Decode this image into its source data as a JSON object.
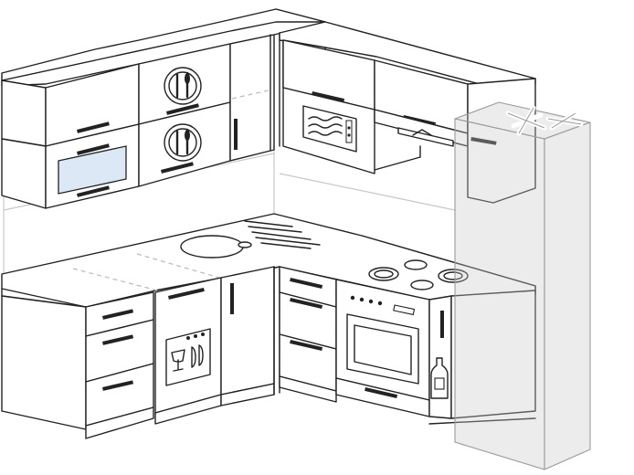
{
  "scene": {
    "upper_cabinets": 7,
    "base_cabinets": 7,
    "appliances": [
      "microwave",
      "range-hood",
      "hob",
      "oven",
      "dishwasher",
      "refrigerator",
      "sink"
    ]
  },
  "colors": {
    "line": "#222222",
    "fridge_glass": "#c8c8c8",
    "wall_guides": "#c8c8c8",
    "glass_panel": "#dde8f6"
  }
}
